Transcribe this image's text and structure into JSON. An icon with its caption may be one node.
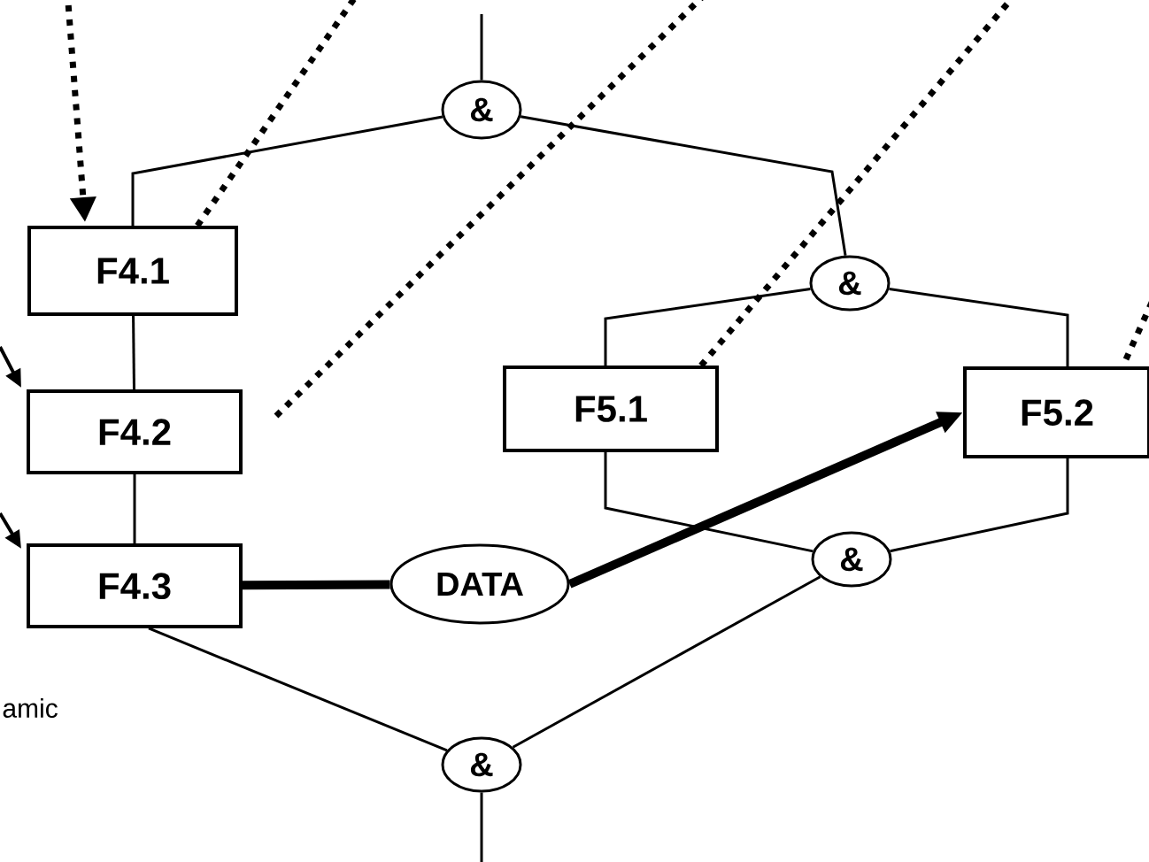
{
  "diagram": {
    "nodes": [
      {
        "text": [
          "&"
        ]
      },
      {
        "text": [
          "F4.1"
        ]
      },
      {
        "text": [
          "&"
        ]
      },
      {
        "text": [
          "F4.2"
        ]
      },
      {
        "text": [
          "F5.1"
        ]
      },
      {
        "text": [
          "F5.2"
        ]
      },
      {
        "text": [
          "F4.3"
        ]
      },
      {
        "text": [
          "DATA"
        ]
      },
      {
        "text": [
          "&"
        ]
      },
      {
        "text": [
          "&"
        ]
      }
    ],
    "edges": [
      {
        "from": null,
        "to": 0,
        "arrow": "none"
      },
      {
        "from": 0,
        "to": 1,
        "arrow": "none"
      },
      {
        "from": 0,
        "to": 2,
        "arrow": "none"
      },
      {
        "from": 1,
        "to": 3,
        "arrow": "none"
      },
      {
        "from": 3,
        "to": 6,
        "arrow": "none"
      },
      {
        "from": 2,
        "to": 4,
        "arrow": "none"
      },
      {
        "from": 2,
        "to": 5,
        "arrow": "none"
      },
      {
        "from": 4,
        "to": 8,
        "arrow": "none"
      },
      {
        "from": 5,
        "to": 8,
        "arrow": "none"
      },
      {
        "from": 8,
        "to": 9,
        "arrow": "none"
      },
      {
        "from": 6,
        "to": 9,
        "arrow": "none"
      },
      {
        "from": 9,
        "to": null,
        "arrow": "none"
      },
      {
        "from": 6,
        "to": 7,
        "arrow": "none",
        "style": "thick"
      },
      {
        "from": 7,
        "to": 5,
        "arrow": "to",
        "style": "thick"
      },
      {
        "from": null,
        "to": 1,
        "arrow": "to",
        "style": "dashed"
      },
      {
        "from": 1,
        "to": null,
        "arrow": "none",
        "style": "dashed"
      },
      {
        "from": 3,
        "to": null,
        "arrow": "none",
        "style": "dashed"
      },
      {
        "from": 4,
        "to": null,
        "arrow": "none",
        "style": "dashed"
      },
      {
        "from": 5,
        "to": null,
        "arrow": "none",
        "style": "dashed"
      },
      {
        "from": null,
        "to": 3,
        "arrow": "to"
      },
      {
        "from": null,
        "to": 6,
        "arrow": "to"
      }
    ],
    "labels": [
      "amic"
    ]
  }
}
